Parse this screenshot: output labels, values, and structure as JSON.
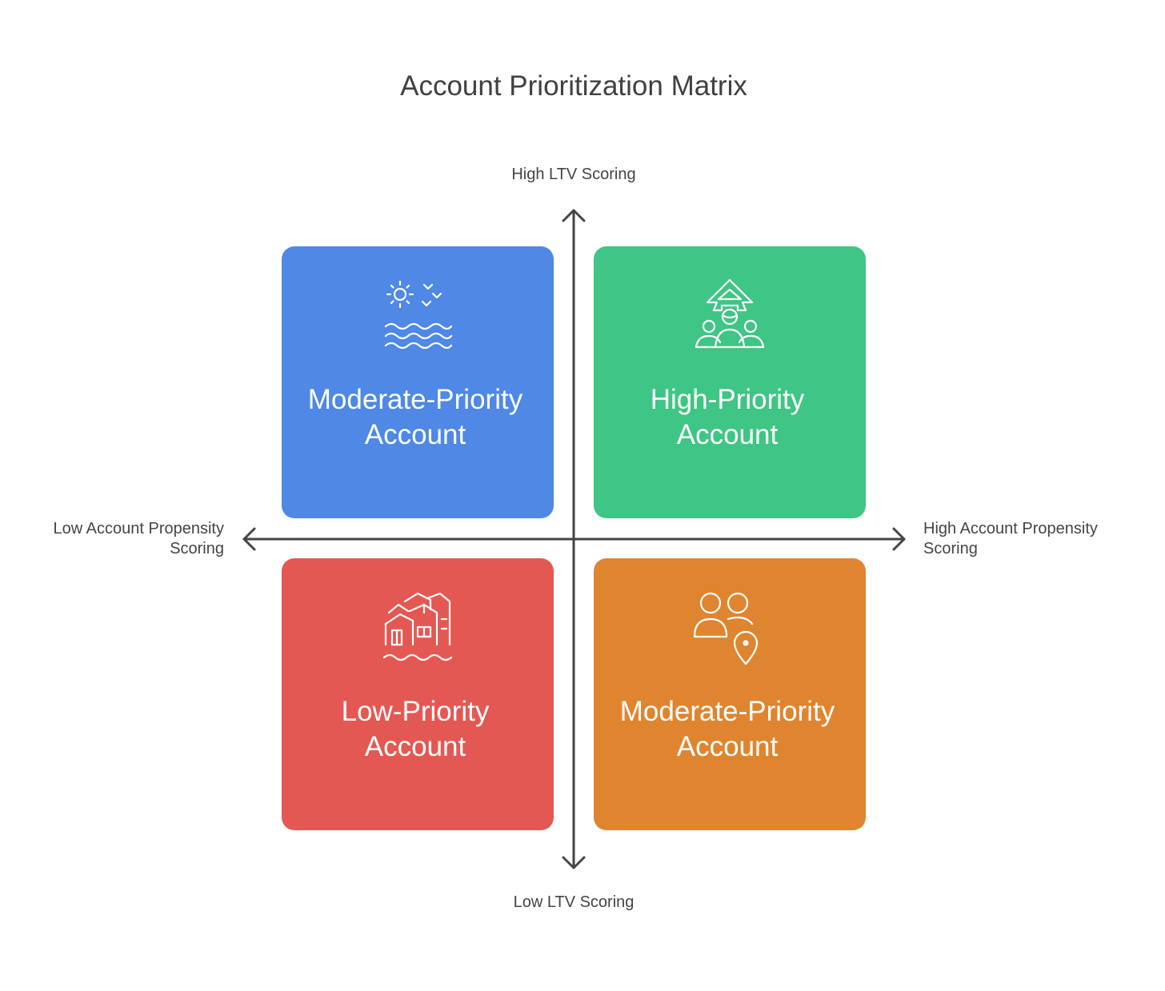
{
  "title": "Account Prioritization Matrix",
  "axes": {
    "top": "High LTV Scoring",
    "bottom": "Low LTV Scoring",
    "left_line1": "Low Account Propensity",
    "left_line2": "Scoring",
    "right_line1": "High Account Propensity",
    "right_line2": "Scoring"
  },
  "quadrants": {
    "top_left": {
      "line1": "Moderate-Priority",
      "line2": "Account",
      "color": "#4f88e5",
      "icon": "sun-waves-icon"
    },
    "top_right": {
      "line1": "High-Priority",
      "line2": "Account",
      "color": "#3fc585",
      "icon": "group-arrow-up-icon"
    },
    "bottom_left": {
      "line1": "Low-Priority",
      "line2": "Account",
      "color": "#e45853",
      "icon": "flooded-houses-icon"
    },
    "bottom_right": {
      "line1": "Moderate-Priority",
      "line2": "Account",
      "color": "#df8530",
      "icon": "users-location-icon"
    }
  },
  "colors": {
    "axis": "#444444",
    "title": "#404040"
  }
}
